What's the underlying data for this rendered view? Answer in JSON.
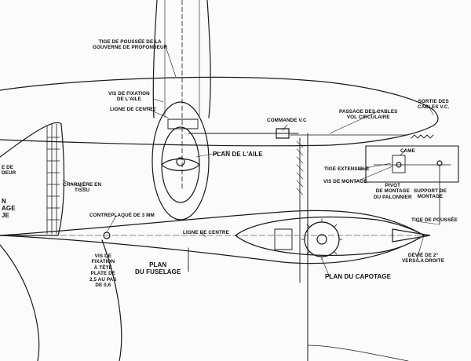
{
  "labels": {
    "tige_poussee_gouverne": [
      "TIGE DE POUSSÉE DE LA",
      "GOUVERNE DE PROFONDEUR"
    ],
    "vis_fixation_aile": [
      "VIS DE FIXATION",
      "DE L'AILE"
    ],
    "ligne_centre_top": "LIGNE DE CENTRE",
    "commande_vc": "COMMANDE V.C",
    "passage_cables": [
      "PASSAGE DES CABLES",
      "VOL CIRCULAIRE"
    ],
    "sortie_cables": [
      "SORTIE DES",
      "CABLES V.C."
    ],
    "plan_aile": "PLAN DE L'AILE",
    "came": "CAME",
    "tige_extensible": "TIGE EXTENSIBLE",
    "vis_montage": "VIS DE MONTAGE",
    "pivot_montage": [
      "PIVOT",
      "DE MONTAGE",
      "DU PALONNIER"
    ],
    "support_montage": [
      "SUPPORT DE",
      "MONTAGE"
    ],
    "tige_poussee_right": "TIGE DE POUSSÉE",
    "derive_fragment": [
      "E DE",
      "DEUR"
    ],
    "charniere": [
      "CHARNIÈRE EN",
      "TISSU"
    ],
    "plan_fragment": [
      "N",
      "AGE",
      "JE"
    ],
    "contreplaque": "CONTREPLAQUÉ DE 3 mm",
    "ligne_centre_fuselage": "LIGNE DE CENTRE",
    "vis_fixation_tete": [
      "VIS DE",
      "FIXATION",
      "À TÊTE",
      "PLATE DE",
      "2,5 AU PAS",
      "DE 0,6"
    ],
    "plan_fuselage": [
      "PLAN",
      "DU FUSELAGE"
    ],
    "plan_capotage": "PLAN DU CAPOTAGE",
    "devie": [
      "DÉVIÉ DE 2°",
      "VERS LA DROITE"
    ]
  }
}
